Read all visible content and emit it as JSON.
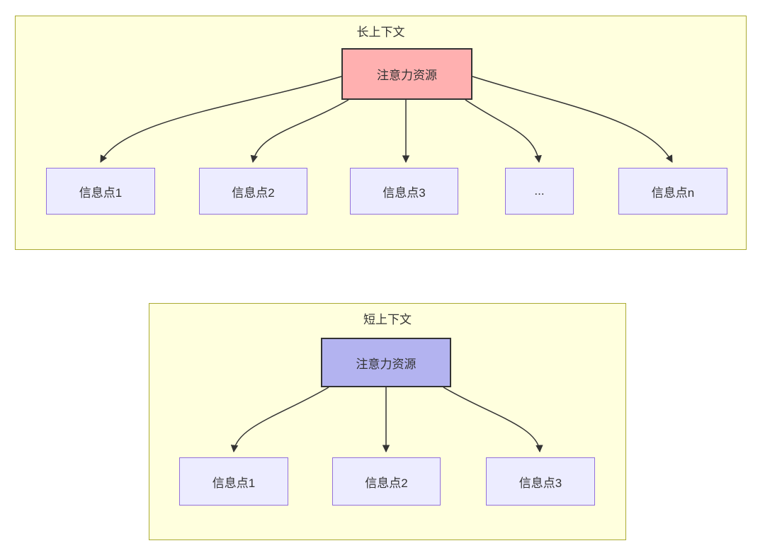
{
  "colors": {
    "panel_fill": "#ffffde",
    "panel_border": "#aaaa33",
    "node_fill": "#ececff",
    "node_border": "#9370db",
    "attention_long_fill": "#ffb0b0",
    "attention_short_fill": "#b3b3f0",
    "attention_border": "#333333",
    "arrow": "#333333",
    "text": "#333333"
  },
  "long_context": {
    "title": "长上下文",
    "attention_label": "注意力资源",
    "info_points": [
      "信息点1",
      "信息点2",
      "信息点3",
      "...",
      "信息点n"
    ]
  },
  "short_context": {
    "title": "短上下文",
    "attention_label": "注意力资源",
    "info_points": [
      "信息点1",
      "信息点2",
      "信息点3"
    ]
  }
}
